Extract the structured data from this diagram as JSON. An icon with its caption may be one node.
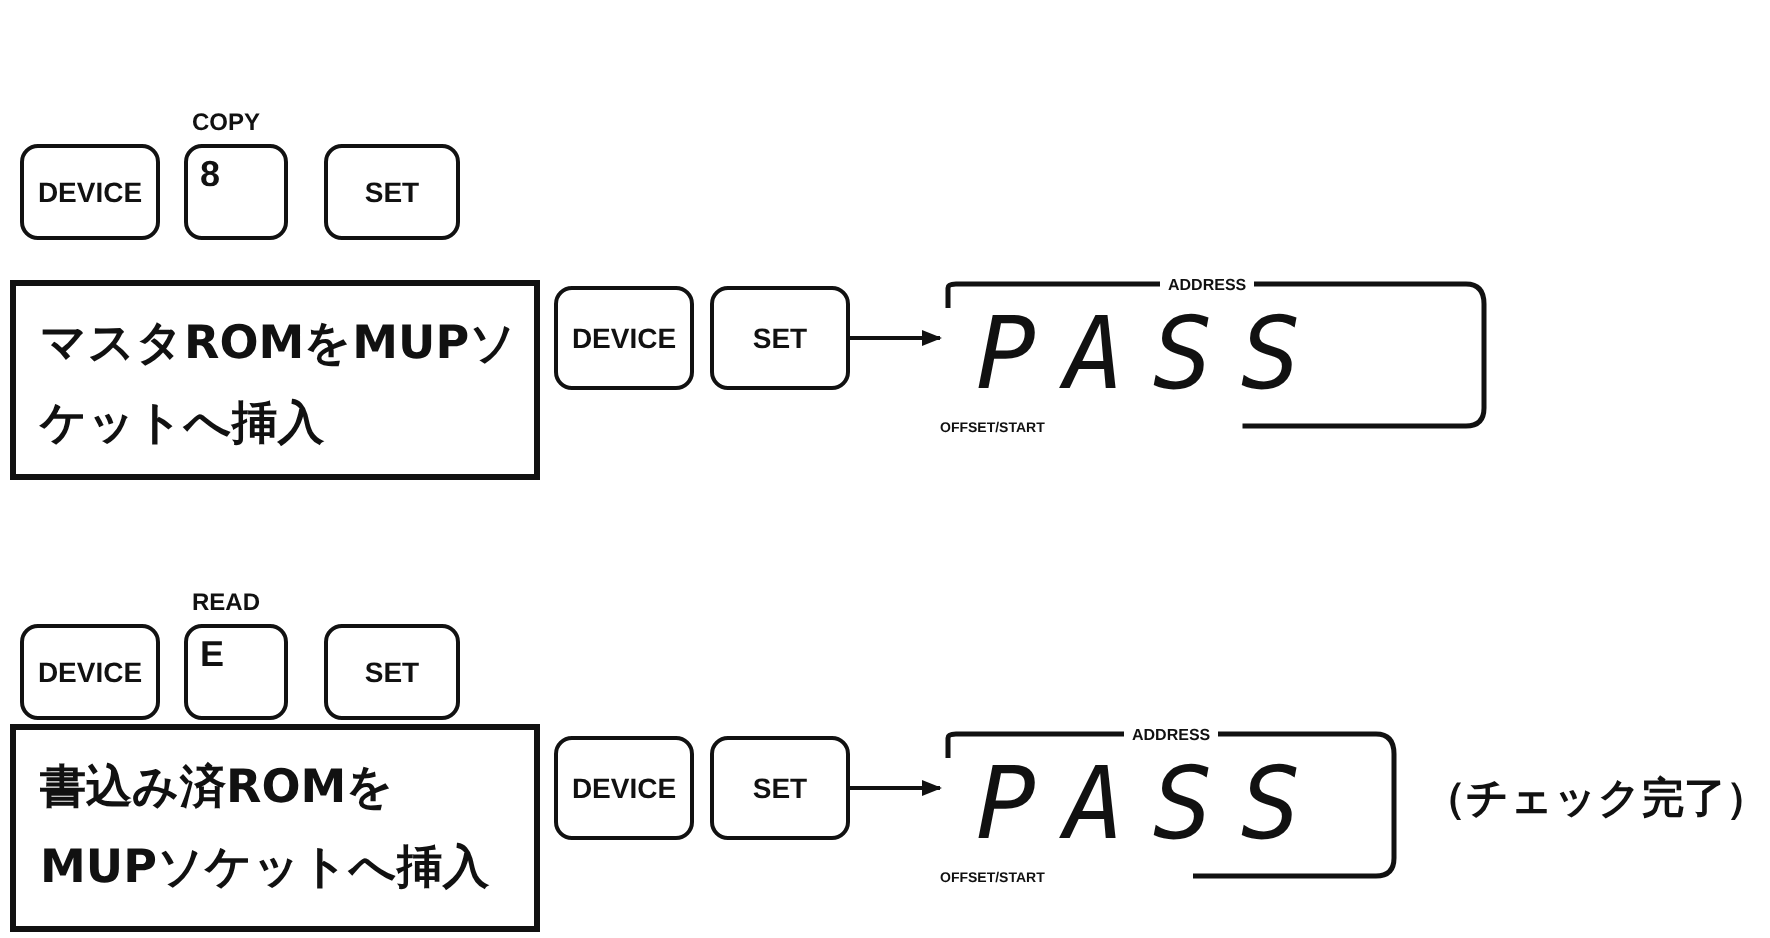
{
  "diagram": {
    "nodes": [
      {
        "text": [
          "DEVICE"
        ]
      },
      {
        "text": [
          "COPY",
          "8"
        ]
      },
      {
        "text": [
          "SET"
        ]
      },
      {
        "text": [
          "マスタROMをMUPソケットへ挿入"
        ]
      },
      {
        "text": [
          "DEVICE"
        ]
      },
      {
        "text": [
          "SET"
        ]
      },
      {
        "text": [
          "ADDRESS",
          "PASS",
          "OFFSET/START"
        ]
      },
      {
        "text": [
          "DEVICE"
        ]
      },
      {
        "text": [
          "READ",
          "E"
        ]
      },
      {
        "text": [
          "SET"
        ]
      },
      {
        "text": [
          "書込み済ROMをMUPソケットへ挿入"
        ]
      },
      {
        "text": [
          "DEVICE"
        ]
      },
      {
        "text": [
          "SET"
        ]
      },
      {
        "text": [
          "ADDRESS",
          "PASS",
          "OFFSET/START"
        ],
        "beside": [
          "（チェック完了）"
        ]
      }
    ],
    "edges": [
      {
        "from": 5,
        "to": 6,
        "arrow": "to"
      },
      {
        "from": 12,
        "to": 13,
        "arrow": "to"
      }
    ]
  }
}
